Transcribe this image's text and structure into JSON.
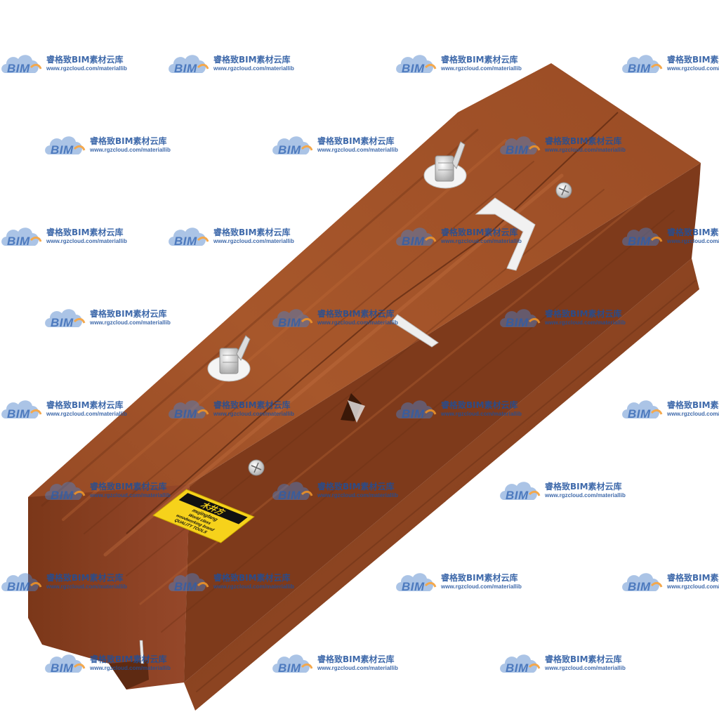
{
  "watermark": {
    "logo_text": "BIM",
    "name": "睿格致BIM素材云库",
    "url": "www.rgzcloud.com/materiallib",
    "logo_icon": "cloud-icon",
    "colors": {
      "cloud_blue": "#4a80c9",
      "accent_orange": "#f29a2e",
      "text_blue": "#1d4f9c"
    }
  },
  "product_label": {
    "brand": "木井方",
    "brand_latin": "mujingfang",
    "line1": "World class",
    "line2": "woodworking brand",
    "line3": "QUALITY TOOLS",
    "colors": {
      "background": "#f6d21b",
      "panel": "#111111"
    }
  },
  "colors": {
    "wood_top": "#a4532a",
    "wood_side": "#8a4220",
    "wood_dark": "#6e3215",
    "metal": "#d8d8d8"
  }
}
